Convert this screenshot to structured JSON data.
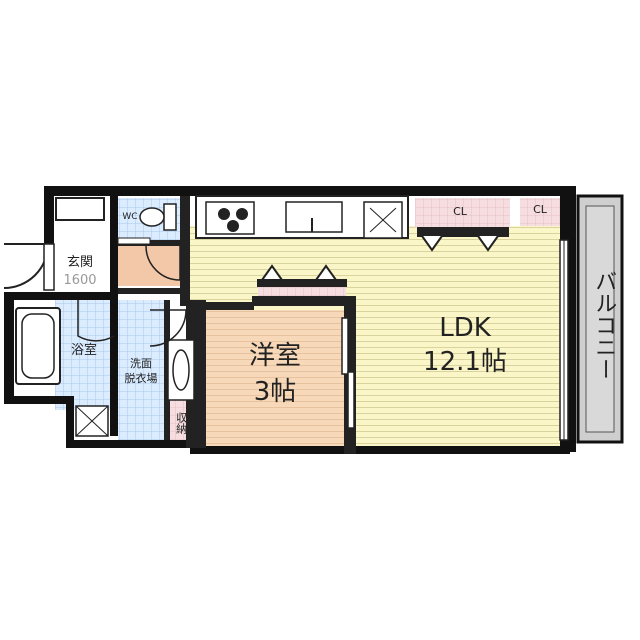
{
  "rooms": {
    "ldk_name": "LDK",
    "ldk_size": "12.1帖",
    "western_name": "洋室",
    "western_size": "3帖",
    "entrance": "玄関",
    "entrance_width": "1600",
    "bath": "浴室",
    "washroom_line1": "洗面",
    "washroom_line2": "脱衣場",
    "storage": "収納",
    "wc": "WC",
    "closet_1": "CL",
    "closet_2": "CL",
    "balcony": "バルコニー"
  }
}
